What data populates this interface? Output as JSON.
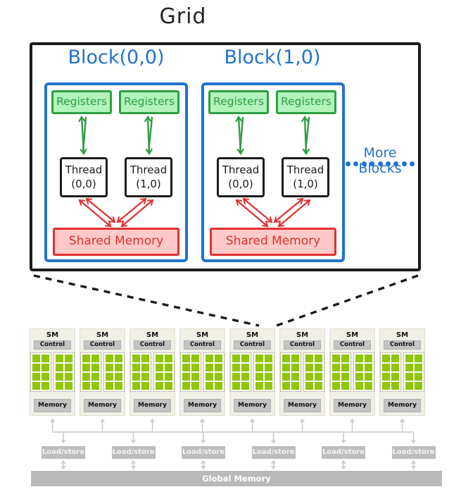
{
  "title": "Grid",
  "blocks": [
    {
      "label": "Block(0,0)",
      "registers": [
        "Registers",
        "Registers"
      ],
      "threads": [
        {
          "name": "Thread",
          "index": "(0,0)"
        },
        {
          "name": "Thread",
          "index": "(1,0)"
        }
      ],
      "shared_memory": "Shared Memory"
    },
    {
      "label": "Block(1,0)",
      "registers": [
        "Registers",
        "Registers"
      ],
      "threads": [
        {
          "name": "Thread",
          "index": "(0,0)"
        },
        {
          "name": "Thread",
          "index": "(1,0)"
        }
      ],
      "shared_memory": "Shared Memory"
    }
  ],
  "more_blocks": {
    "label": "More Blocks",
    "dot_count": 9
  },
  "hardware": {
    "sm": {
      "label": "SM",
      "control_label": "Control",
      "memory_label": "Memory",
      "count": 8,
      "core_groups": 2,
      "core_cols": 2,
      "core_rows": 4
    },
    "load_store": {
      "label": "Load/store",
      "count": 6
    },
    "global_memory": {
      "label": "Global Memory"
    }
  },
  "colors": {
    "ink": "#1c1c1c",
    "blue": "#2272cc",
    "green": "#2f9e44",
    "green_fill": "#b2f2bb",
    "red": "#e03131",
    "red_fill": "#ffc9c9",
    "core_green": "#90c606",
    "panel_beige": "#f1f0e7",
    "bar_gray": "#c4c4c4",
    "hw_arrow_gray": "#c9c9c9",
    "load_store_gray": "#bdbdbd",
    "global_gray": "#b9b9b9"
  }
}
